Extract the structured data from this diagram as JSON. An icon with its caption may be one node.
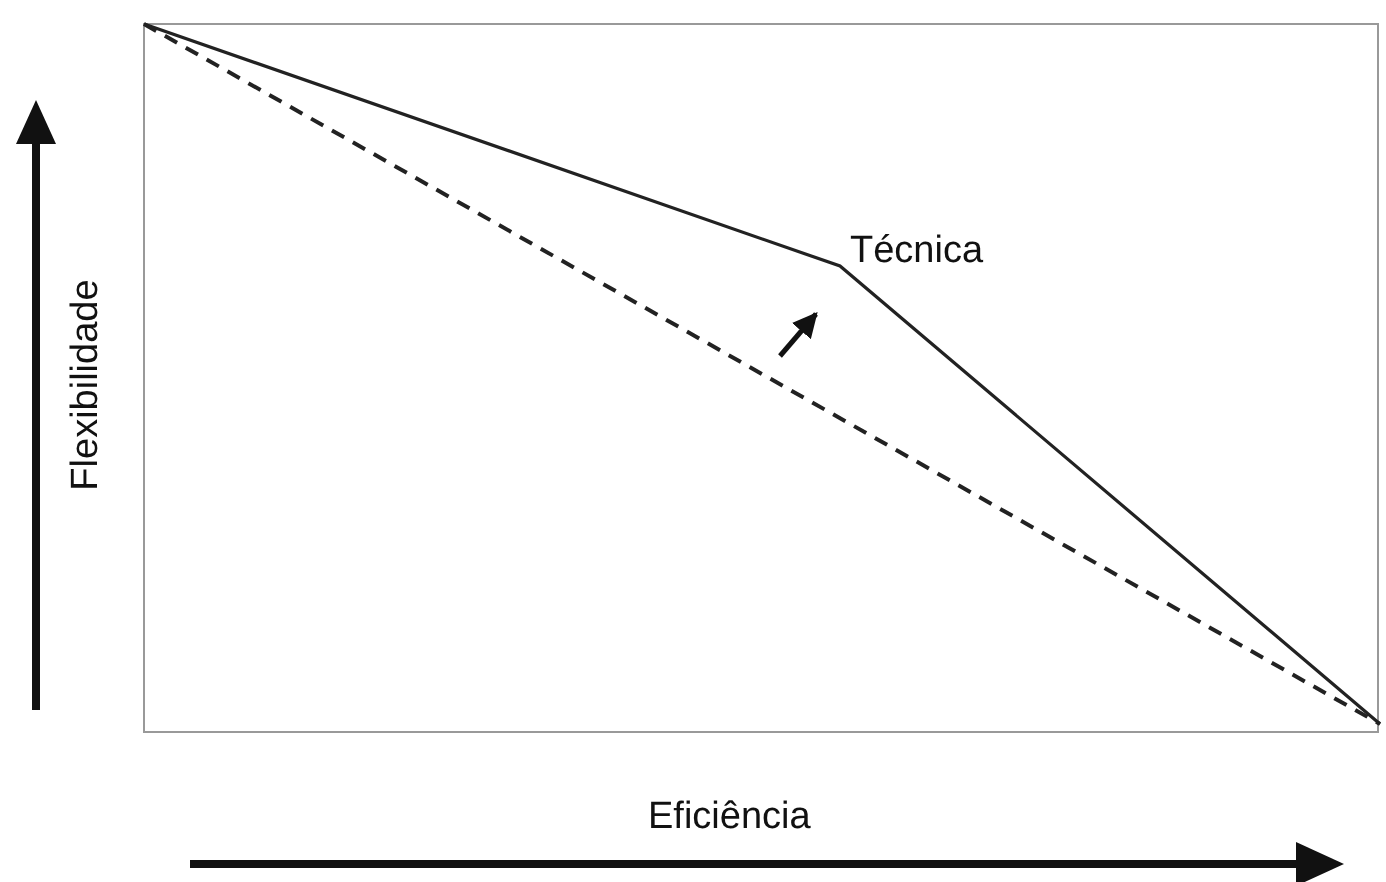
{
  "diagram": {
    "labels": [
      "Técnica",
      "Flexibilidade",
      "Eficiência"
    ]
  }
}
